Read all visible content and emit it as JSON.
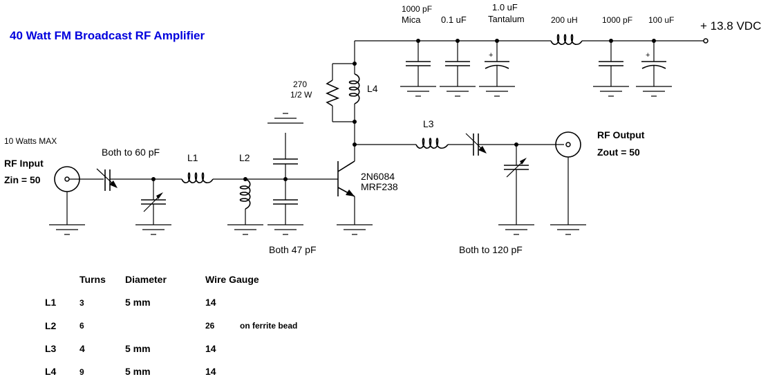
{
  "title": "40 Watt FM Broadcast RF Amplifier",
  "colors": {
    "title": "#0000dd",
    "lines": "#000000",
    "background": "#ffffff"
  },
  "supply": {
    "voltage_label": "+ 13.8 VDC",
    "components": [
      {
        "id": "C-mica",
        "line1": "1000 pF",
        "line2": "Mica",
        "type": "capacitor"
      },
      {
        "id": "C-0.1",
        "line1": "",
        "line2": "0.1 uF",
        "type": "capacitor"
      },
      {
        "id": "C-tantalum",
        "line1": "1.0 uF",
        "line2": "Tantalum",
        "type": "polarized-capacitor"
      },
      {
        "id": "L-choke",
        "line1": "",
        "line2": "200 uH",
        "type": "inductor"
      },
      {
        "id": "C-1000",
        "line1": "",
        "line2": "1000 pF",
        "type": "capacitor"
      },
      {
        "id": "C-100",
        "line1": "",
        "line2": "100 uF",
        "type": "polarized-capacitor"
      }
    ]
  },
  "input": {
    "power_note": "10 Watts MAX",
    "label": "RF Input",
    "impedance": "Zin = 50",
    "trimmer_note": "Both to 60 pF"
  },
  "output": {
    "label": "RF Output",
    "impedance": "Zout = 50",
    "trimmer_note": "Both to 120 pF"
  },
  "base_caps_note": "Both 47 pF",
  "resistor": {
    "value": "270",
    "power": "1/2 W"
  },
  "transistor": {
    "part1": "2N6084",
    "part2": "MRF238"
  },
  "inductor_labels": {
    "L1": "L1",
    "L2": "L2",
    "L3": "L3",
    "L4": "L4"
  },
  "plus_sign": "+",
  "minus_sign": "_",
  "coil_table": {
    "headers": [
      "",
      "Turns",
      "Diameter",
      "Wire Gauge",
      ""
    ],
    "rows": [
      {
        "name": "L1",
        "turns": "3",
        "diameter": "5 mm",
        "gauge": "14",
        "note": ""
      },
      {
        "name": "L2",
        "turns": "6",
        "diameter": "",
        "gauge": "26",
        "note": "on ferrite bead"
      },
      {
        "name": "L3",
        "turns": "4",
        "diameter": "5 mm",
        "gauge": "14",
        "note": ""
      },
      {
        "name": "L4",
        "turns": "9",
        "diameter": "5 mm",
        "gauge": "14",
        "note": ""
      }
    ]
  }
}
